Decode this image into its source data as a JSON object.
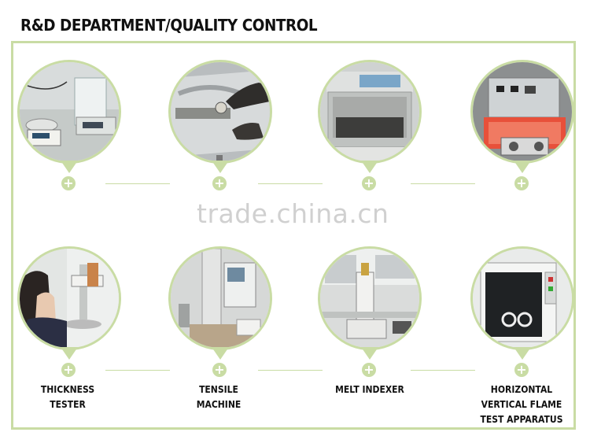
{
  "header": {
    "title": "R&D DEPARTMENT/QUALITY CONTROL"
  },
  "watermark": {
    "text": "trade.china.cn"
  },
  "colors": {
    "frame": "#c9dca4",
    "text": "#111111",
    "flame_glow": "#e8503a"
  },
  "row1": [
    {
      "icon": "balance-scale-photo"
    },
    {
      "icon": "sample-press-photo"
    },
    {
      "icon": "test-chamber-photo"
    },
    {
      "icon": "flammability-tester-photo"
    }
  ],
  "row2": [
    {
      "icon": "thickness-tester-photo",
      "caption_lines": [
        "THICKNESS",
        "TESTER"
      ]
    },
    {
      "icon": "tensile-machine-photo",
      "caption_lines": [
        "TENSILE",
        "MACHINE"
      ]
    },
    {
      "icon": "melt-indexer-photo",
      "caption_lines": [
        "MELT INDEXER"
      ]
    },
    {
      "icon": "flame-test-apparatus-photo",
      "caption_lines": [
        "HORIZONTAL",
        "VERTICAL FLAME",
        "TEST APPARATUS"
      ]
    }
  ]
}
